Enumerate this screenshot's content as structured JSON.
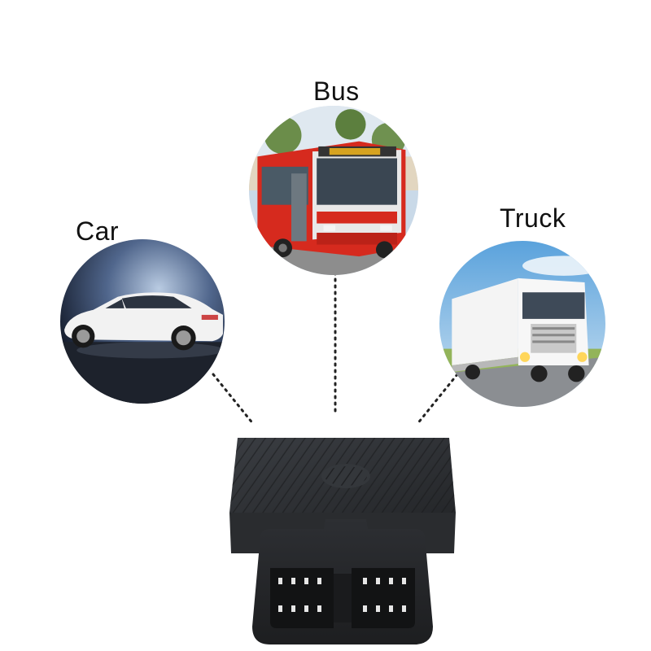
{
  "labels": {
    "bus": "Bus",
    "car": "Car",
    "truck": "Truck"
  },
  "icons": {
    "bus": "bus-photo-icon",
    "car": "car-photo-icon",
    "truck": "truck-photo-icon",
    "device": "obd-gps-tracker-icon"
  },
  "colors": {
    "bus_red": "#d62a1e",
    "car_white": "#f2f2f2",
    "truck_white": "#f4f4f4",
    "device_black": "#2b2d30",
    "connector_dots": "#222222"
  }
}
